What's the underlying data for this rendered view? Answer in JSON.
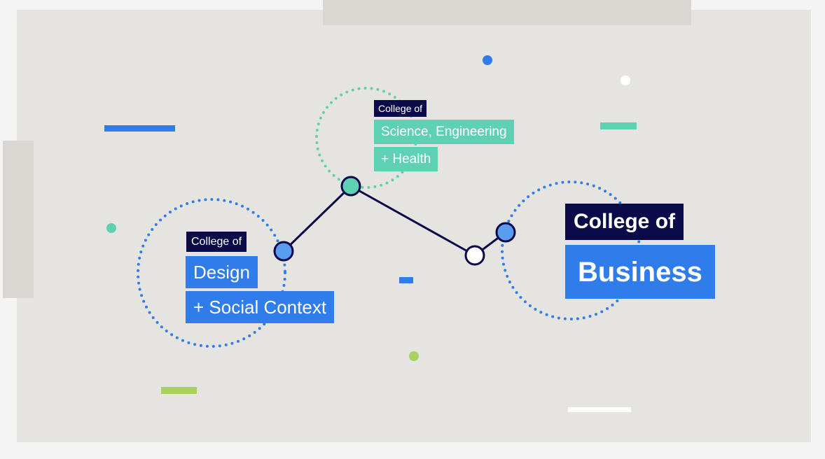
{
  "colors": {
    "background": "#e6e4e0",
    "navy": "#0c0b4a",
    "blue": "#2f7cea",
    "teal": "#5fd1b3",
    "green": "#a8d063",
    "white": "#ffffff"
  },
  "colleges": {
    "science_engineering_health": {
      "prefix": "College of",
      "line1": "Science, Engineering",
      "line2": "+ Health"
    },
    "design_social_context": {
      "prefix": "College of",
      "line1": "Design",
      "line2": "+ Social Context"
    },
    "business": {
      "prefix": "College of",
      "line1": "Business"
    }
  }
}
